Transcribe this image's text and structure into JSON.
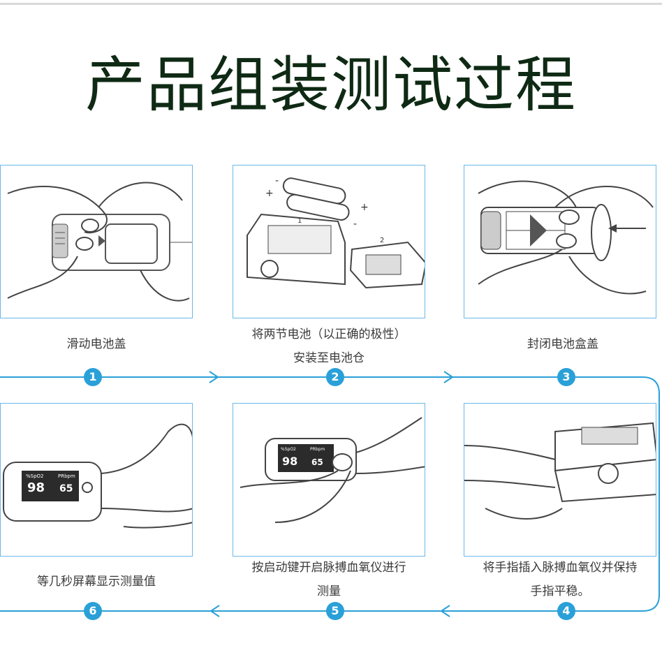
{
  "title": "产品组装测试过程",
  "accent_color": "#2aa0d8",
  "steps": [
    {
      "number": "1",
      "caption": "滑动电池盖",
      "illustration": "hands-sliding-battery-cover"
    },
    {
      "number": "2",
      "caption_line1": "将两节电池（以正确的极性）",
      "caption_line2": "安装至电池仓",
      "illustration": "battery-installation"
    },
    {
      "number": "3",
      "caption": "封闭电池盒盖",
      "illustration": "hands-closing-battery-cover"
    },
    {
      "number": "4",
      "caption_line1": "将手指插入脉搏血氧仪并保持",
      "caption_line2": "手指平稳。",
      "illustration": "finger-inserted-in-oximeter"
    },
    {
      "number": "5",
      "caption_line1": "按启动键开启脉搏血氧仪进行",
      "caption_line2": "测量",
      "illustration": "finger-pressing-power-button"
    },
    {
      "number": "6",
      "caption": "等几秒屏幕显示测量值",
      "illustration": "oximeter-displaying-values"
    }
  ],
  "battery_labels": {
    "plus": "+",
    "minus": "-",
    "one": "1",
    "two": "2"
  },
  "display": {
    "spo2_label": "%SpO2",
    "pr_label": "PRbpm",
    "spo2_value": "98",
    "pr_value": "65"
  }
}
